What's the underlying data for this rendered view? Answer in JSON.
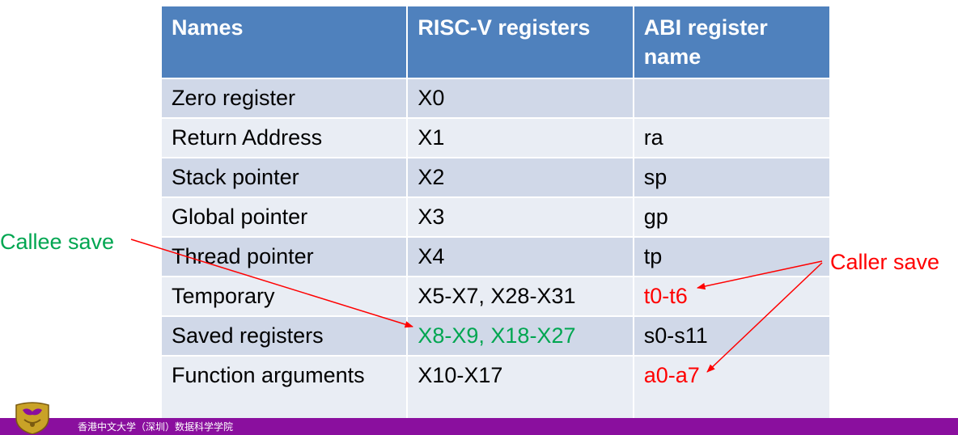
{
  "table": {
    "headers": [
      "Names",
      "RISC-V registers",
      "ABI register name"
    ],
    "rows": [
      [
        "Zero register",
        "X0",
        ""
      ],
      [
        "Return Address",
        "X1",
        "ra"
      ],
      [
        "Stack pointer",
        "X2",
        "sp"
      ],
      [
        "Global pointer",
        "X3",
        "gp"
      ],
      [
        "Thread pointer",
        "X4",
        "tp"
      ],
      [
        "Temporary",
        "X5-X7, X28-X31",
        "t0-t6"
      ],
      [
        "Saved registers",
        "X8-X9, X18-X27",
        "s0-s11"
      ],
      [
        "Function arguments",
        "X10-X17",
        "a0-a7"
      ]
    ]
  },
  "annotations": {
    "callee_save": "Callee save",
    "caller_save": "Caller save"
  },
  "footer": {
    "institution": "香港中文大学（深圳）数据科学学院"
  },
  "colors": {
    "header_bg": "#4f81bd",
    "row_odd_bg": "#d0d8e8",
    "row_even_bg": "#e9edf4",
    "callee_green": "#00a651",
    "caller_red": "#ff0000",
    "footer_bar": "#8a0f9e"
  },
  "icons": {
    "logo": "university-emblem-icon"
  }
}
